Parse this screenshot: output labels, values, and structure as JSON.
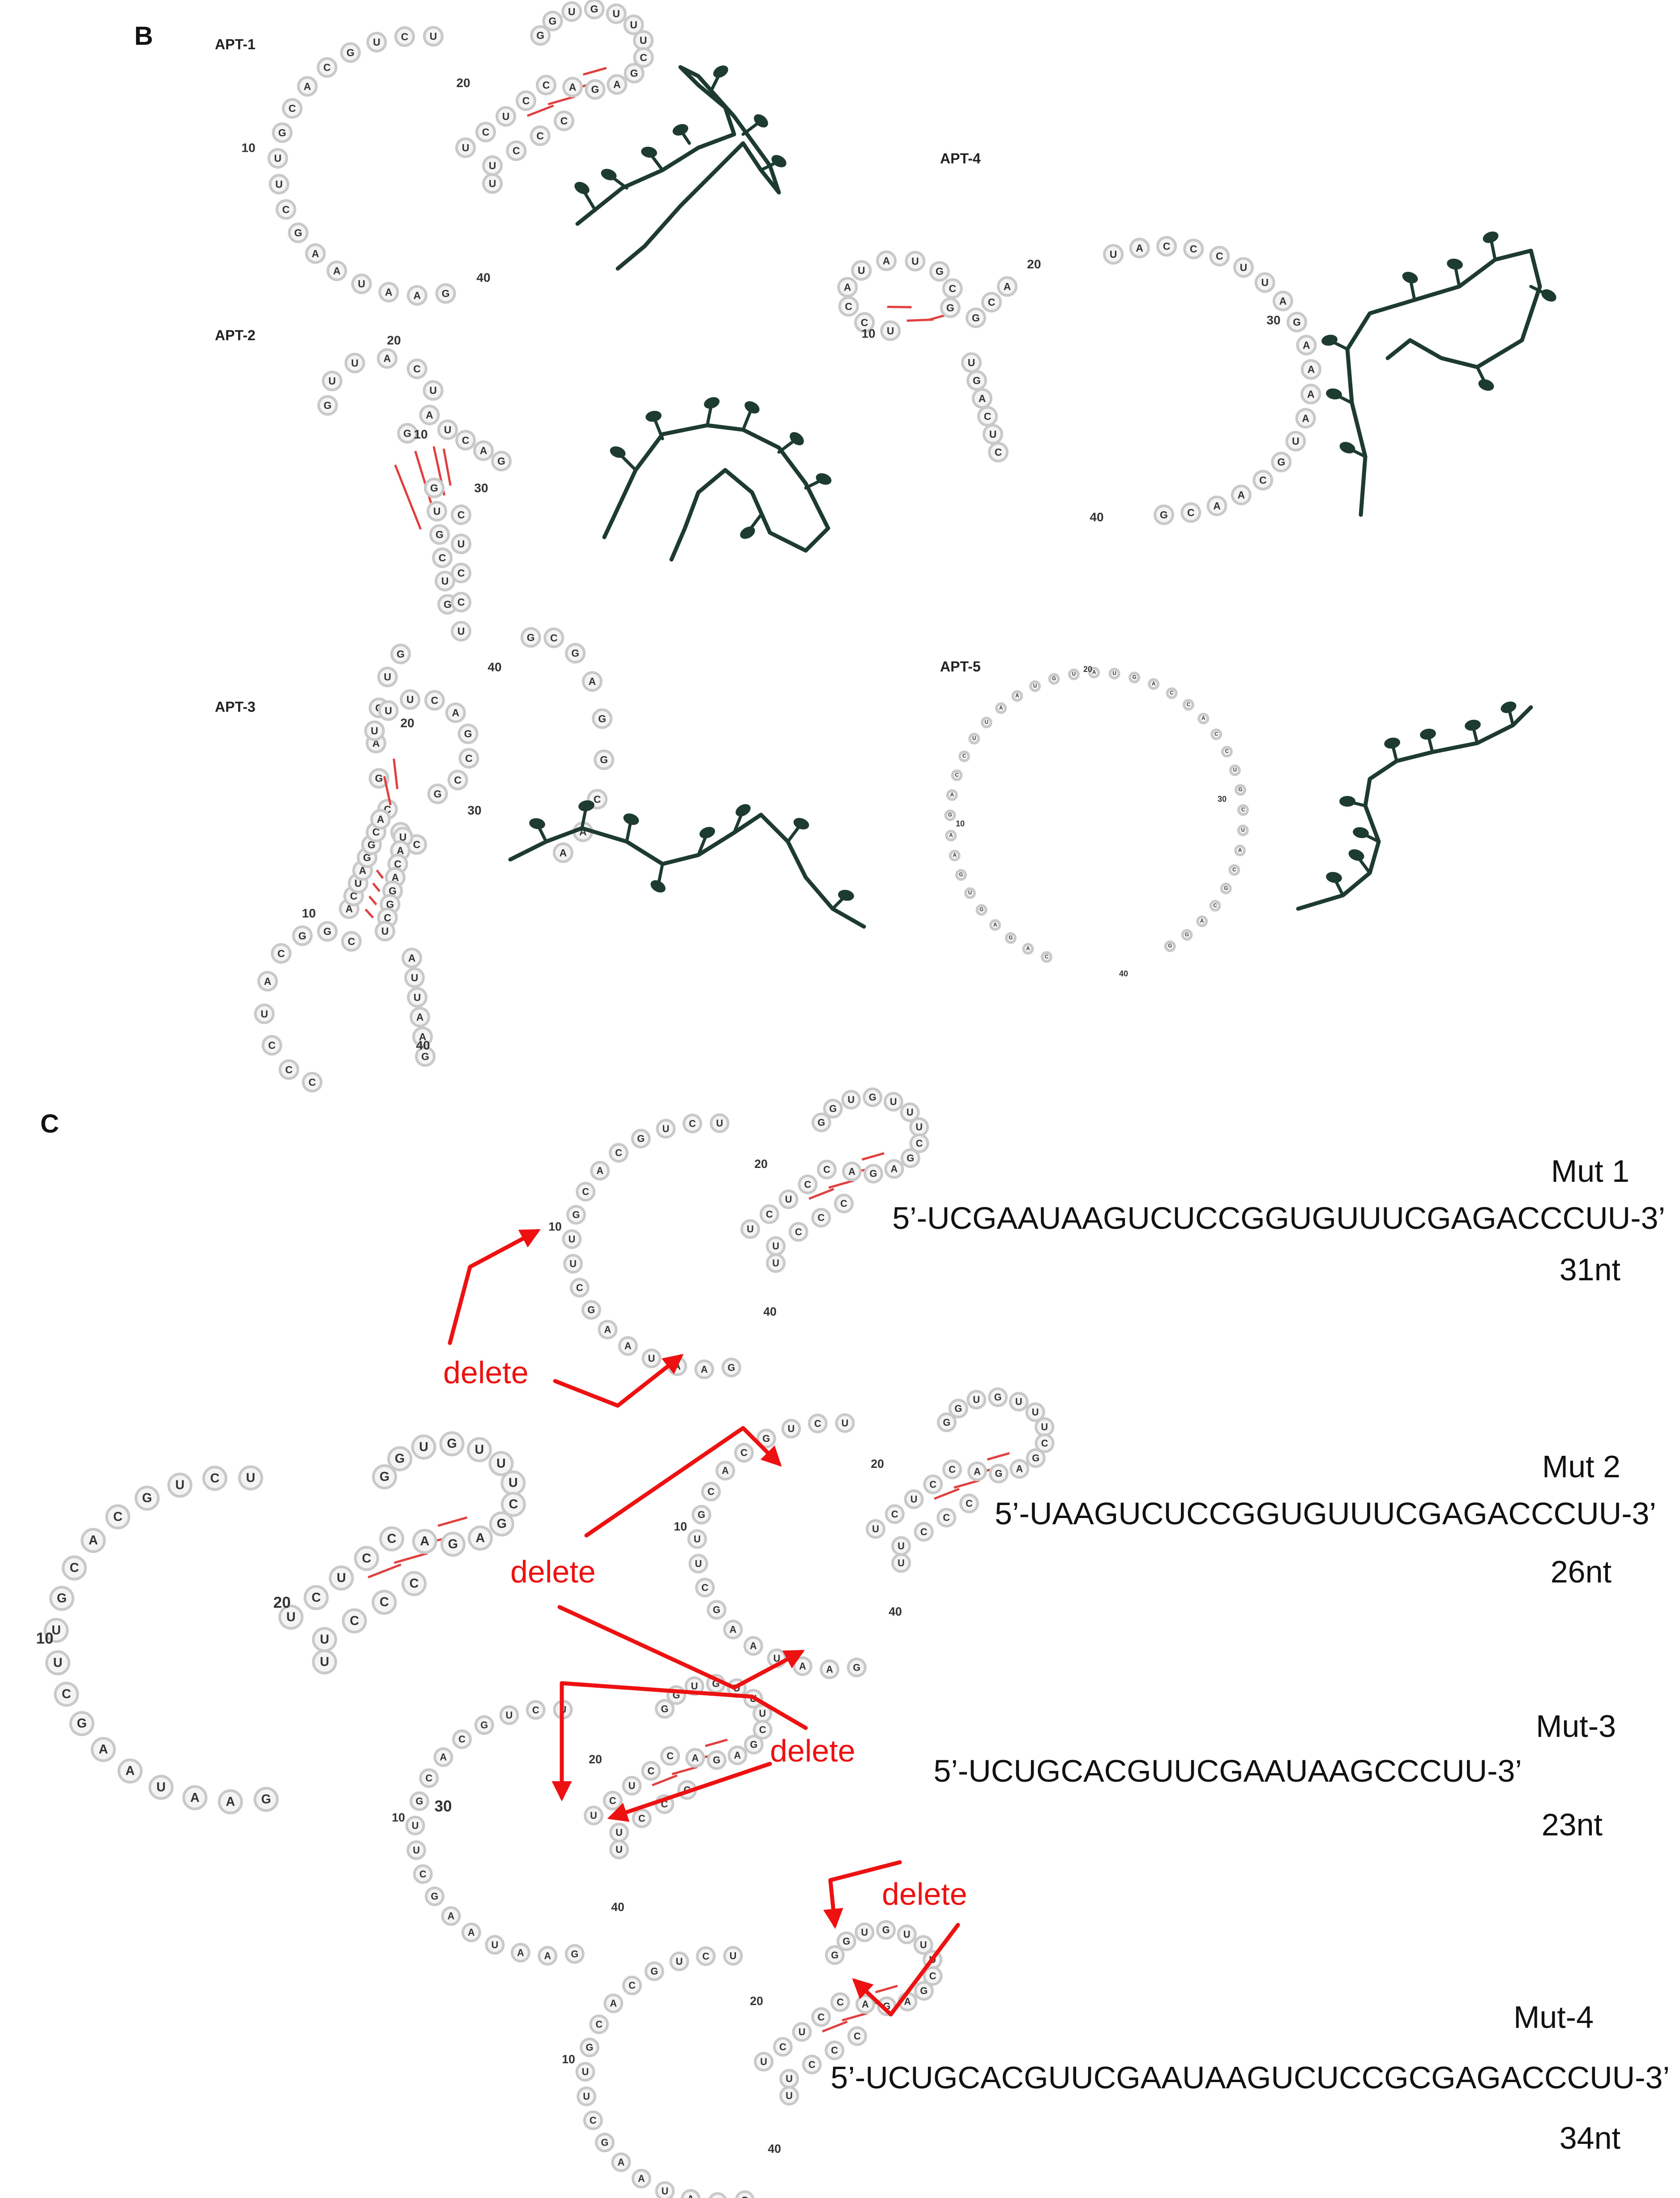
{
  "panels": {
    "b": "B",
    "c": "C"
  },
  "aptamers": [
    {
      "id": "apt1",
      "label": "APT-1",
      "sequence": "UCUGCACGUUCGAAUAAGUCUCCGGUGUUUCGAGACCCUU",
      "numbers": [
        "10",
        "20",
        "40"
      ]
    },
    {
      "id": "apt2",
      "label": "APT-2",
      "sequence": "CACGACUGGUCGUGGUUACUAGUCAGCUCCUGCGAGGCAA",
      "numbers": [
        "10",
        "20",
        "30",
        "40"
      ]
    },
    {
      "id": "apt3",
      "label": "APT-3",
      "sequence": "CCCUACGGCACUAGGCAUUUCAGCCGUACAGGCUAUUAAG",
      "numbers": [
        "10",
        "20",
        "30",
        "40"
      ]
    },
    {
      "id": "apt4",
      "label": "APT-4",
      "sequence": "CUCAGUUCCAUAUGCGGCAUACCCUUAGAAAAUGCAACGUU",
      "numbers": [
        "10",
        "20",
        "30",
        "40"
      ]
    },
    {
      "id": "apt5",
      "label": "APT-5",
      "sequence": "GGACGCAUCGUCCACCAGUAUGUAAUUCCAGAAGUGAGAC",
      "numbers": [
        "10",
        "20",
        "30",
        "40"
      ]
    }
  ],
  "mutants": [
    {
      "id": "mut1",
      "title": "Mut 1",
      "sequence": "5’-UCGAAUAAGUCUCCGGUGUUUCGAGACCCUU-3’",
      "length": "31nt"
    },
    {
      "id": "mut2",
      "title": "Mut 2",
      "sequence": "5’-UAAGUCUCCGGUGUUUCGAGACCCUU-3’",
      "length": "26nt"
    },
    {
      "id": "mut3",
      "title": "Mut-3",
      "sequence": "5’-UCUGCACGUUCGAAUAAGCCCUU-3’",
      "length": "23nt"
    },
    {
      "id": "mut4",
      "title": "Mut-4",
      "sequence": "5’-UCUGCACGUUCGAAUAAGUCUCCGCGAGACCCUU-3’",
      "length": "34nt"
    }
  ],
  "delete_label": "delete",
  "colors": {
    "helix": "#1e3b30",
    "annotation": "#ee1111",
    "basepair": "#e04040"
  }
}
